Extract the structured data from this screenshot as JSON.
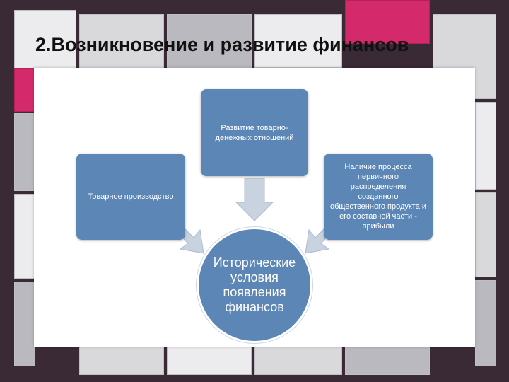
{
  "slide": {
    "title": "2.Возникновение и развитие финансов"
  },
  "diagram": {
    "center": "Исторические условия появления финансов",
    "top_box": "Развитие товарно-денежных отношений",
    "left_box": "Товарное производство",
    "right_box": "Наличие процесса первичного распределения созданного общественного продукта и его составной части - прибыли"
  },
  "colors": {
    "box_fill": "#5b86b5",
    "arrow_fill": "#c9d3df",
    "accent_pink": "#d42a6b"
  }
}
